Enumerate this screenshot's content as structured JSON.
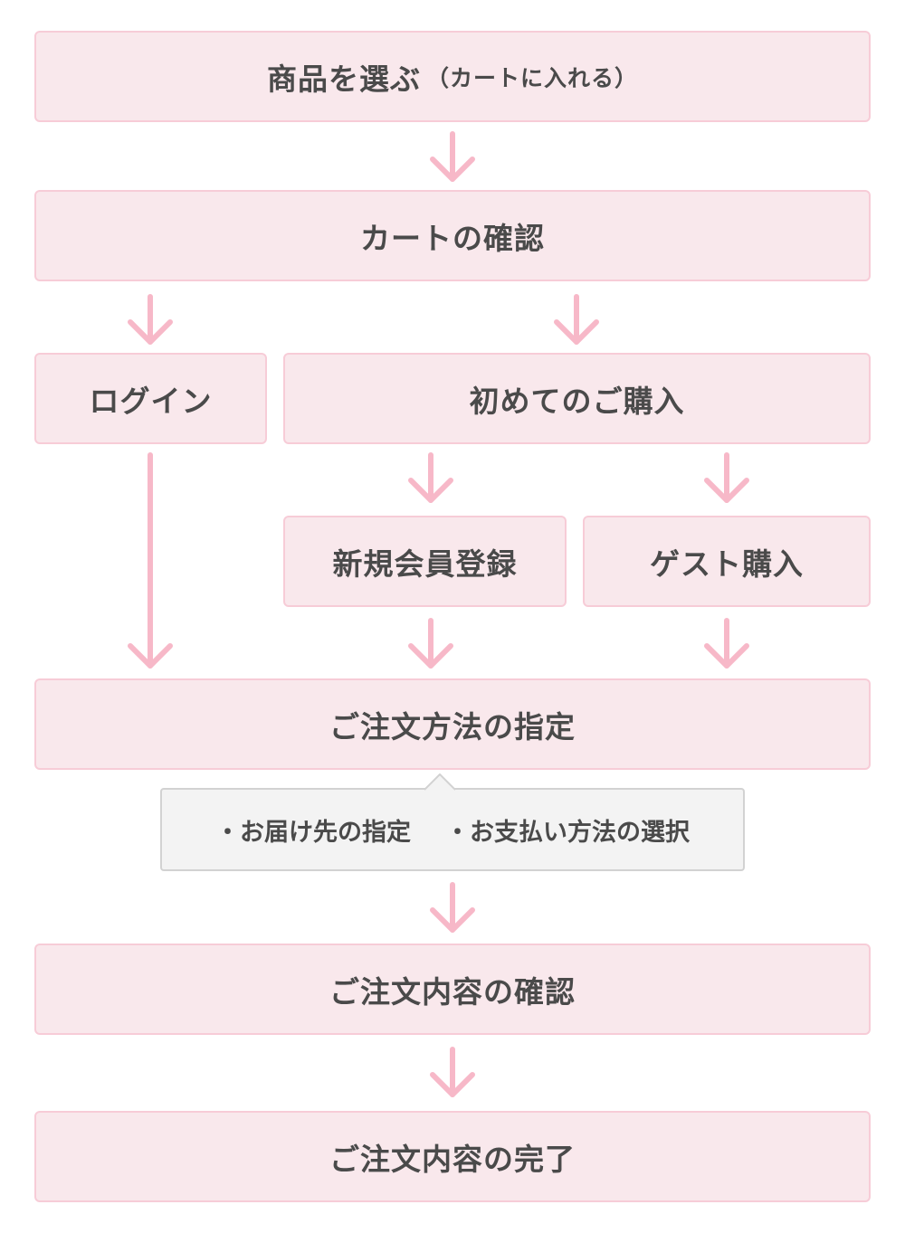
{
  "flow": {
    "select_product": {
      "label": "商品を選ぶ",
      "sub": "（カートに入れる）"
    },
    "cart_confirm": "カートの確認",
    "login": "ログイン",
    "first_purchase": "初めてのご購入",
    "new_member": "新規会員登録",
    "guest_purchase": "ゲスト購入",
    "order_method": "ご注文方法の指定",
    "order_method_details": [
      "・お届け先の指定",
      "・お支払い方法の選択"
    ],
    "order_confirm": "ご注文内容の確認",
    "order_complete": "ご注文内容の完了"
  },
  "colors": {
    "box_fill": "#f9e8ec",
    "box_border": "#f7ccd7",
    "arrow": "#f7b8c8",
    "note_fill": "#f3f3f3",
    "note_border": "#d2d2d2",
    "text": "#4a4a4a"
  }
}
